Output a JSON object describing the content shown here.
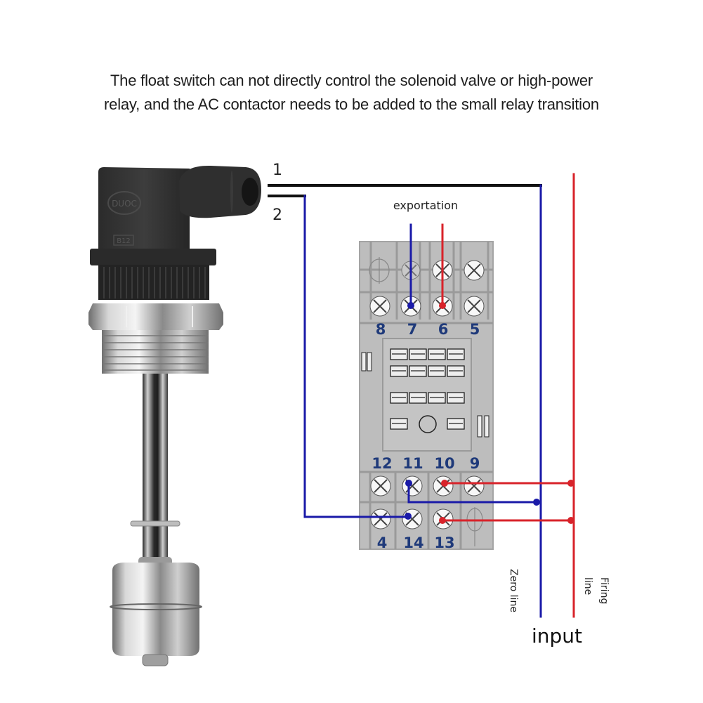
{
  "caption": {
    "line1": "The float switch can not directly control the solenoid valve or high-power",
    "line2": "relay, and the AC contactor needs to be added to the small relay transition"
  },
  "float_switch": {
    "brand_mark": "DUOC",
    "model_mark": "B12"
  },
  "wires": {
    "wire1_label": "1",
    "wire2_label": "2",
    "colors": {
      "black": "#111111",
      "blue": "#1a1aa8",
      "red": "#d8232a"
    }
  },
  "relay_base": {
    "top_label": "exportation",
    "top_terminals": [
      "8",
      "7",
      "6",
      "5"
    ],
    "bottom_row_upper_labels": [
      "12",
      "11",
      "10",
      "9"
    ],
    "bottom_row_lower_labels": [
      "4",
      "14",
      "13"
    ],
    "body_color": "#bdbdbd",
    "label_color": "#1f3a7a"
  },
  "input": {
    "zero_line_label": "Zero line",
    "firing_line_label_1": "Firing",
    "firing_line_label_2": "line",
    "input_label": "input"
  }
}
